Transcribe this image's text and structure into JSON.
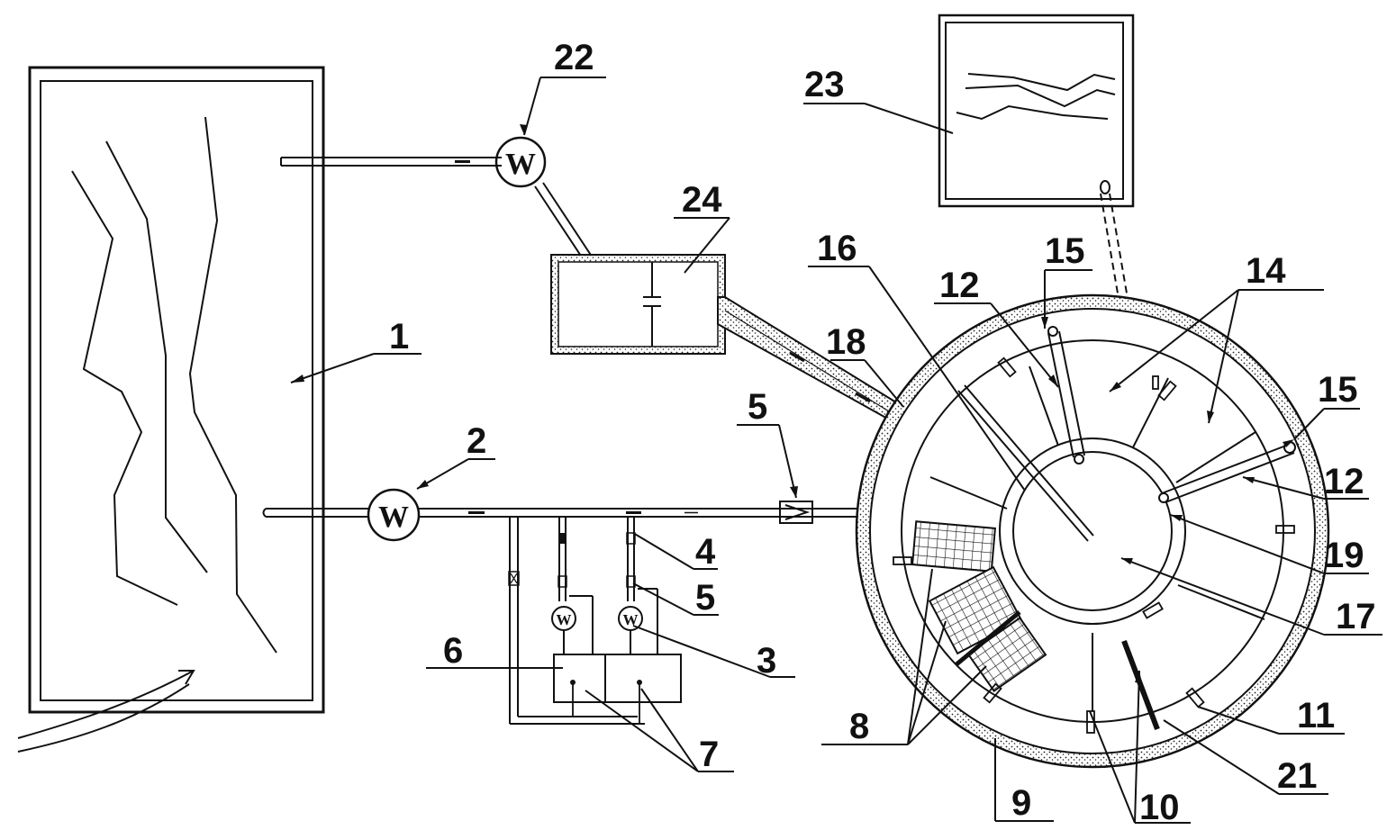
{
  "labels": {
    "l1": "1",
    "l2": "2",
    "l3": "3",
    "l4": "4",
    "l5a": "5",
    "l5b": "5",
    "l6": "6",
    "l7": "7",
    "l8": "8",
    "l9": "9",
    "l10": "10",
    "l11": "11",
    "l12a": "12",
    "l12b": "12",
    "l14": "14",
    "l15a": "15",
    "l15b": "15",
    "l16": "16",
    "l17": "17",
    "l18": "18",
    "l19": "19",
    "l21": "21",
    "l22": "22",
    "l23": "23",
    "l24": "24"
  },
  "pump_letter": "W",
  "icons": {
    "pump": "pump-circle-icon",
    "valve": "check-valve-icon"
  }
}
